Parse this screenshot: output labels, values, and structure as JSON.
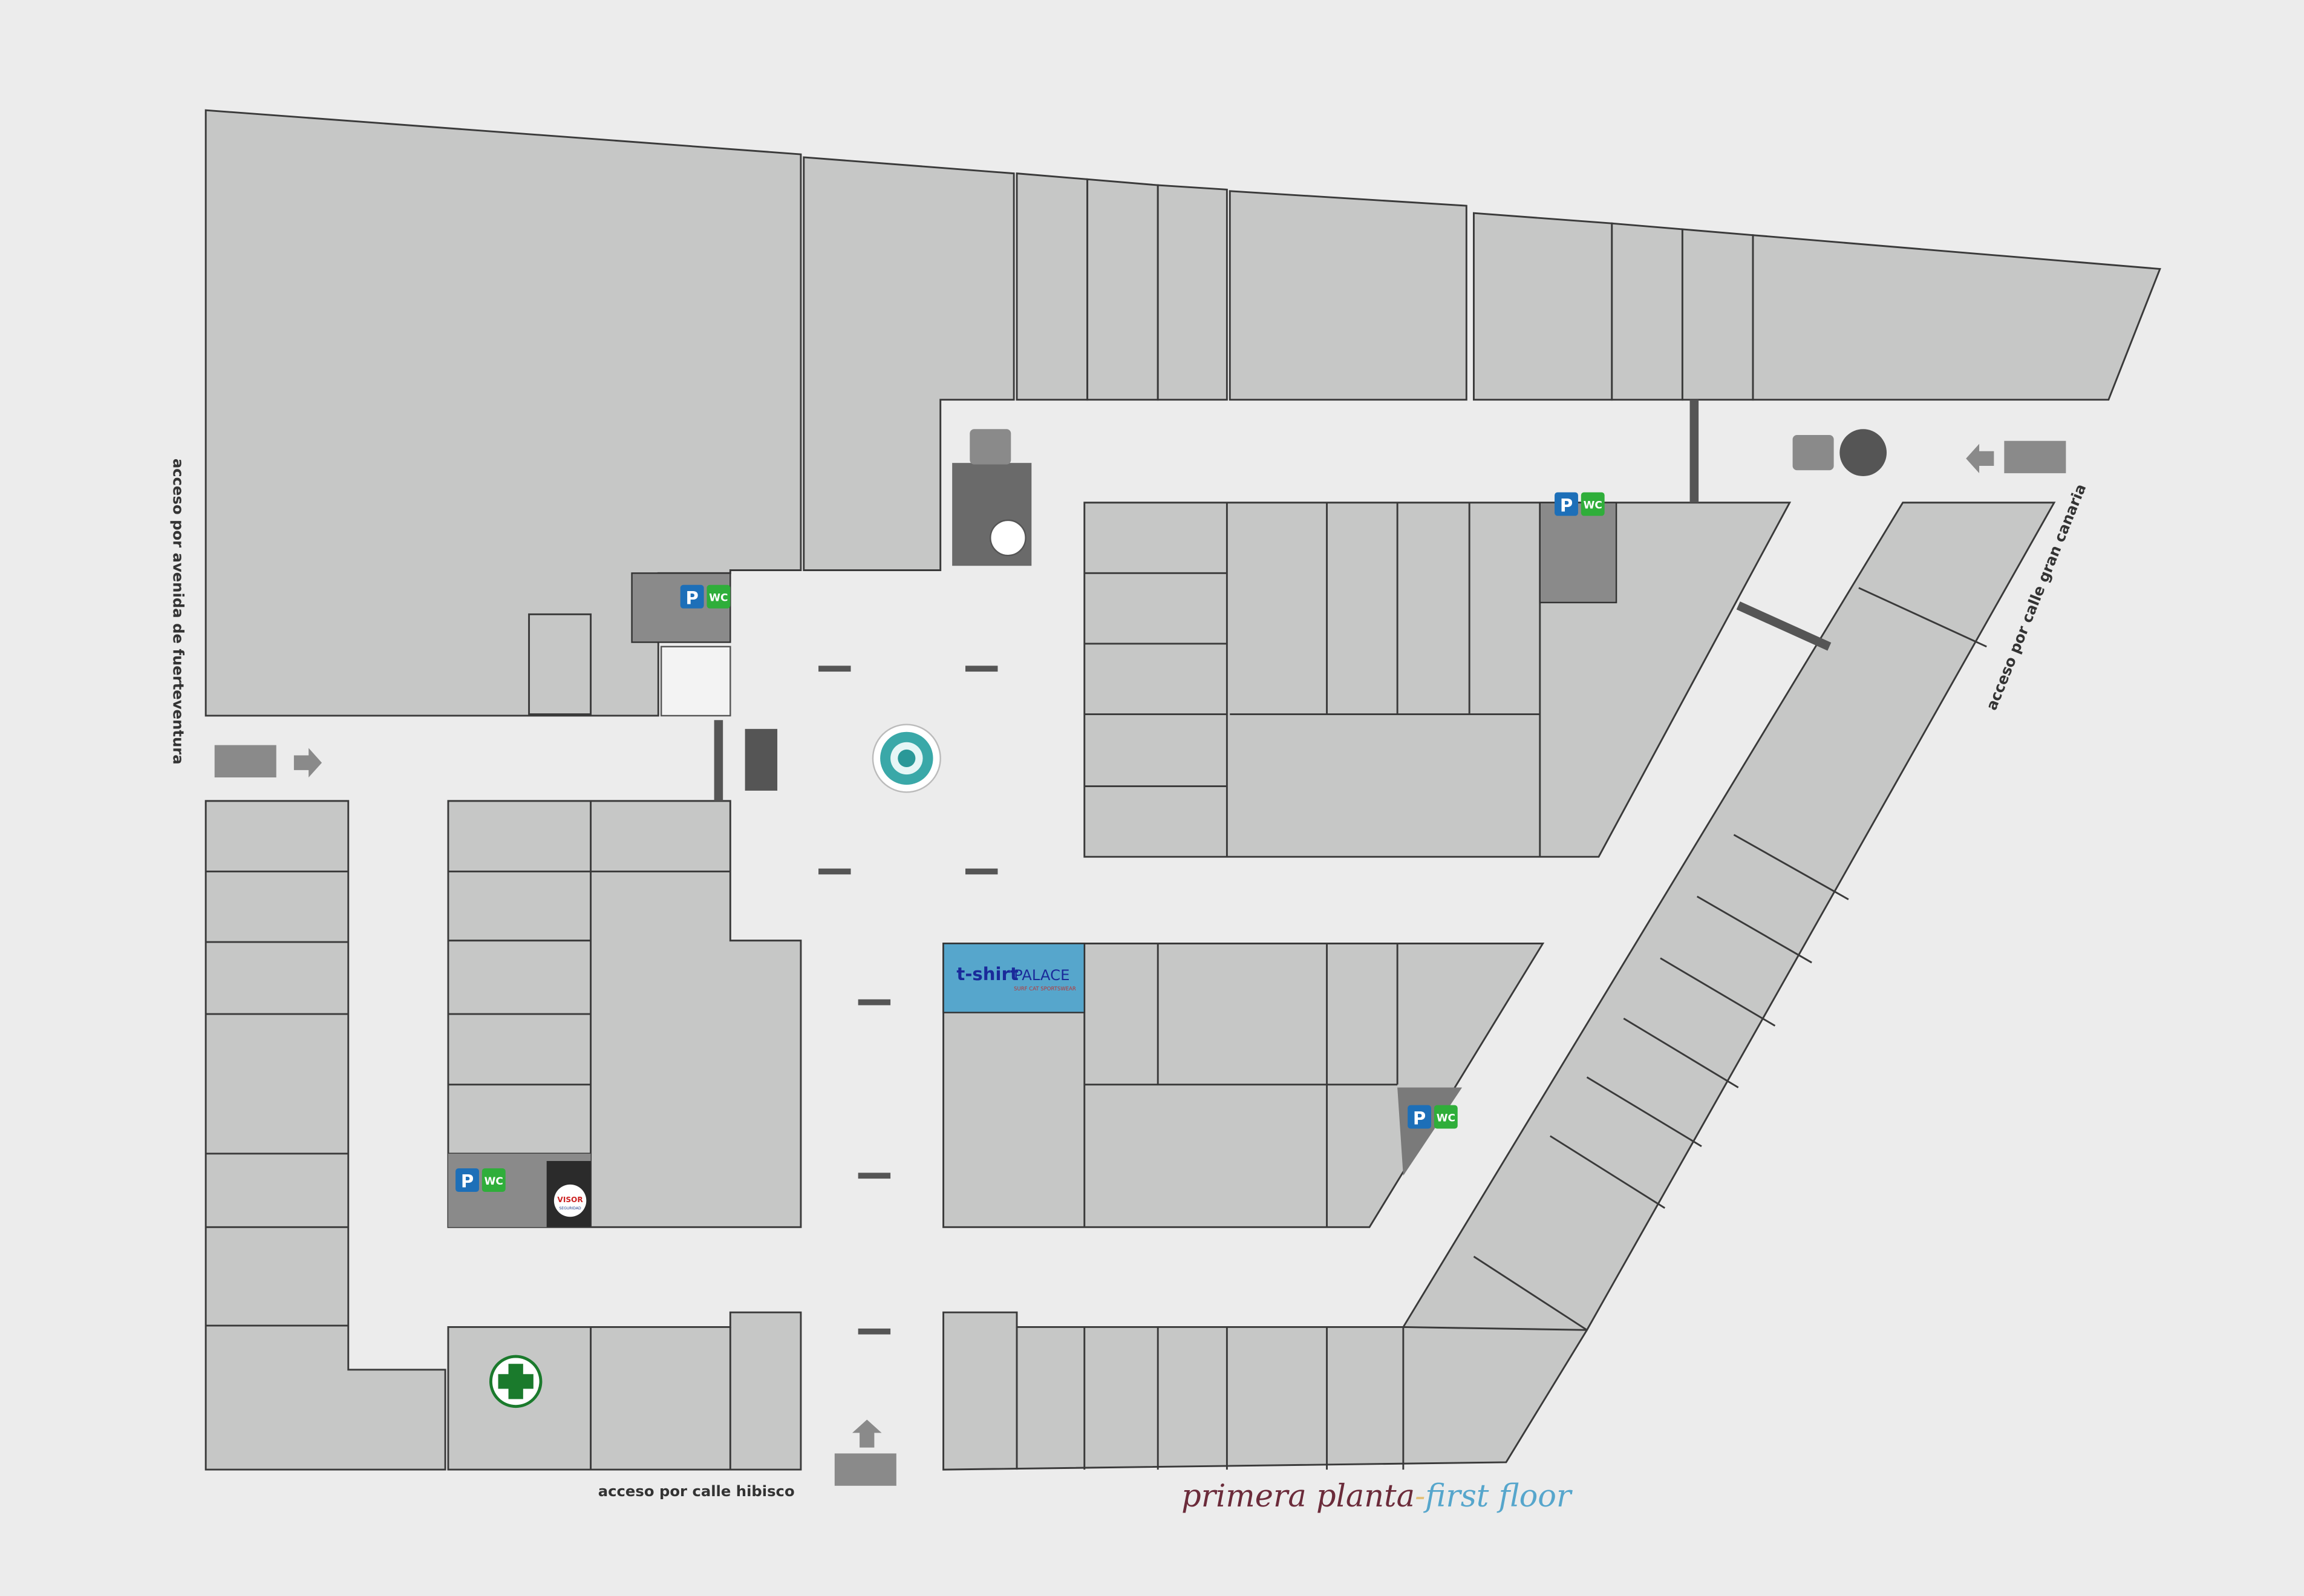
{
  "access_labels": {
    "west": "acceso por avenida de fuerteventura",
    "east": "acceso por calle gran canaria",
    "south": "acceso por calle hibisco"
  },
  "title": {
    "es": "primera planta",
    "sep": "-",
    "en": "first floor"
  },
  "stores": {
    "tshirt_palace": {
      "brand": "t-shirt",
      "name": "PALACE",
      "tagline": "SURF CAT SPORTSWEAR"
    },
    "visor": {
      "name": "VISOR",
      "tagline": "SEGURIDAD"
    }
  },
  "signs": {
    "parking": "P",
    "wc": "WC"
  },
  "colors": {
    "background": "#ececec",
    "shop": "#c6c7c6",
    "title_es": "#6b2b3a",
    "title_en": "#56a6cc",
    "title_sep": "#e4c07a",
    "parking": "#1d6fb8",
    "wc": "#2fae3a",
    "pharmacy": "#1a7a2c",
    "tshirt_bg": "#56a6cc"
  }
}
